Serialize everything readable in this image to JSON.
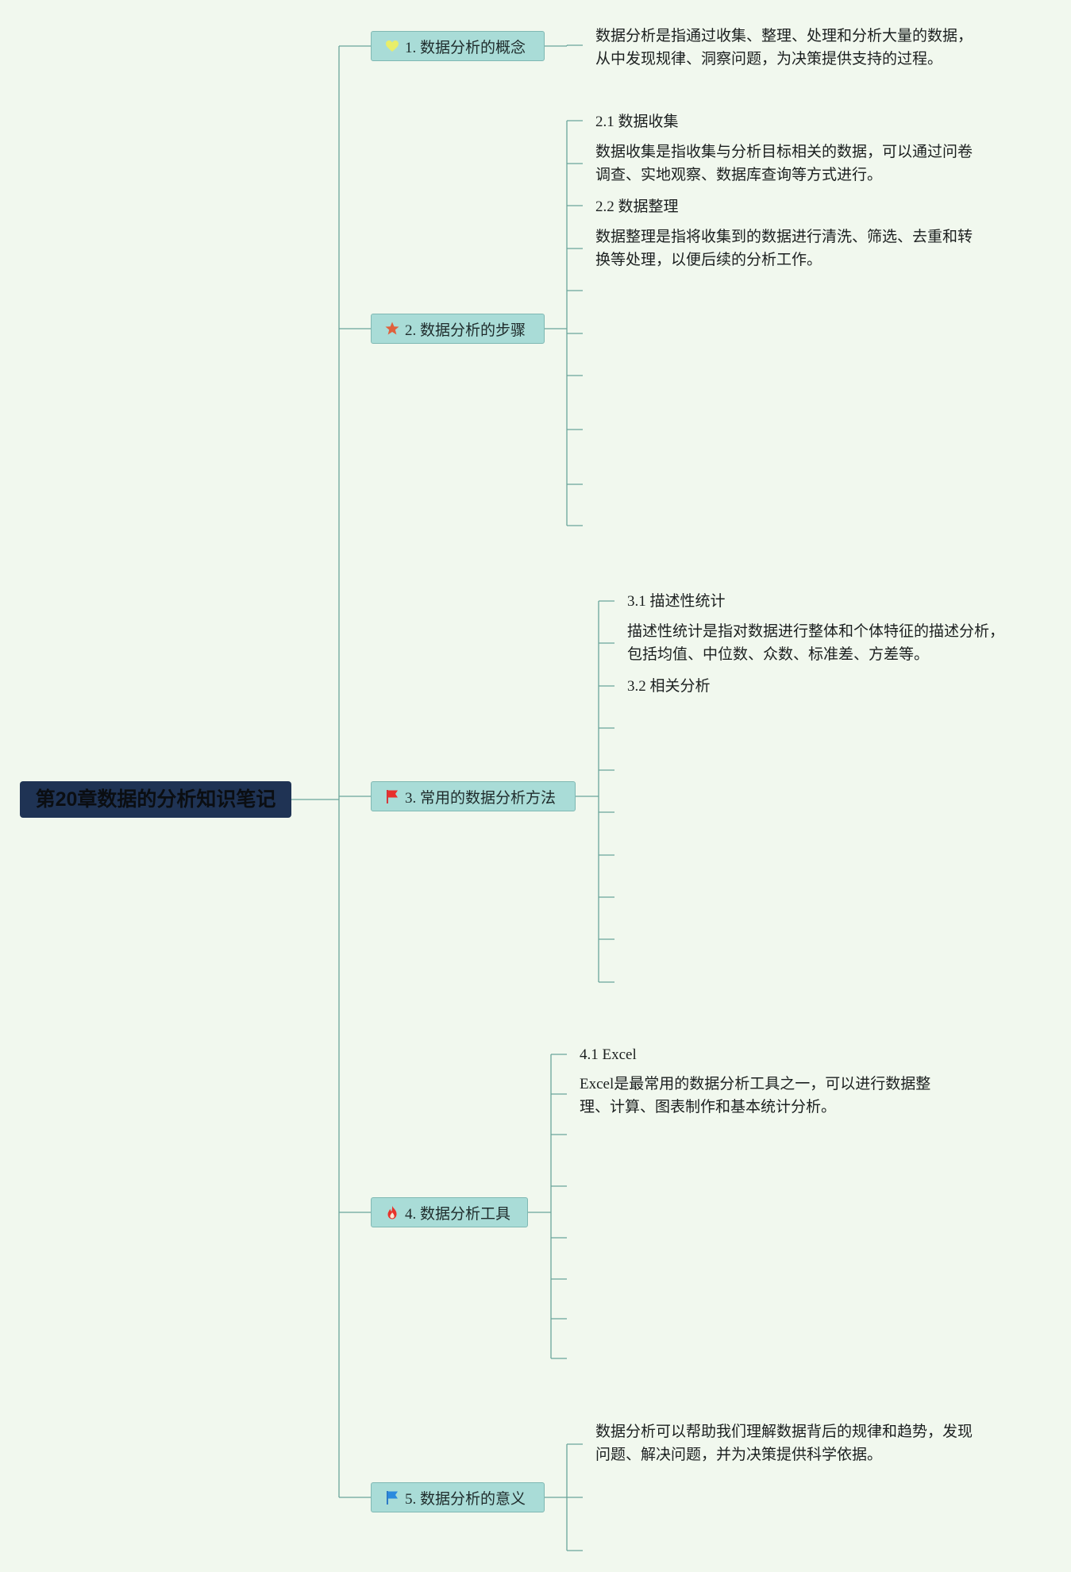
{
  "root": {
    "title": "第20章数据的分析知识笔记"
  },
  "colors": {
    "background": "#f1f8ee",
    "line": "#6aa59a",
    "root_fill": "#1f3354",
    "branch_fill": "#a9dcd7"
  },
  "branches": [
    {
      "label": "1. 数据分析的概念",
      "icon": "heart-icon",
      "children": [
        {
          "text": "数据分析是指通过收集、整理、处理和分析大量的数据，\n从中发现规律、洞察问题，为决策提供支持的过程。"
        }
      ]
    },
    {
      "label": "2. 数据分析的步骤",
      "icon": "star-icon",
      "children": [
        {
          "text": "2.1 数据收集"
        },
        {
          "text": "数据收集是指收集与分析目标相关的数据，可以通过问卷\n调查、实地观察、数据库查询等方式进行。"
        },
        {
          "text": "2.2 数据整理"
        },
        {
          "text": "数据整理是指将收集到的数据进行清洗、筛选、去重和转\n换等处理，以便后续的分析工作。"
        },
        {
          "text": ""
        },
        {
          "text": ""
        },
        {
          "text": ""
        },
        {
          "text": ""
        },
        {
          "text": ""
        },
        {
          "text": ""
        }
      ]
    },
    {
      "label": "3. 常用的数据分析方法",
      "icon": "flag-red-icon",
      "children": [
        {
          "text": "3.1 描述性统计"
        },
        {
          "text": "描述性统计是指对数据进行整体和个体特征的描述分析，\n包括均值、中位数、众数、标准差、方差等。"
        },
        {
          "text": "3.2 相关分析"
        },
        {
          "text": ""
        },
        {
          "text": ""
        },
        {
          "text": ""
        },
        {
          "text": ""
        },
        {
          "text": ""
        },
        {
          "text": ""
        },
        {
          "text": ""
        }
      ]
    },
    {
      "label": "4. 数据分析工具",
      "icon": "fire-icon",
      "children": [
        {
          "text": "4.1 Excel"
        },
        {
          "text": "Excel是最常用的数据分析工具之一，可以进行数据整\n理、计算、图表制作和基本统计分析。"
        },
        {
          "text": ""
        },
        {
          "text": ""
        },
        {
          "text": ""
        },
        {
          "text": ""
        },
        {
          "text": ""
        },
        {
          "text": ""
        }
      ]
    },
    {
      "label": "5. 数据分析的意义",
      "icon": "flag-blue-icon",
      "children": [
        {
          "text": "数据分析可以帮助我们理解数据背后的规律和趋势，发现\n问题、解决问题，并为决策提供科学依据。"
        },
        {
          "text": ""
        },
        {
          "text": ""
        }
      ]
    }
  ]
}
